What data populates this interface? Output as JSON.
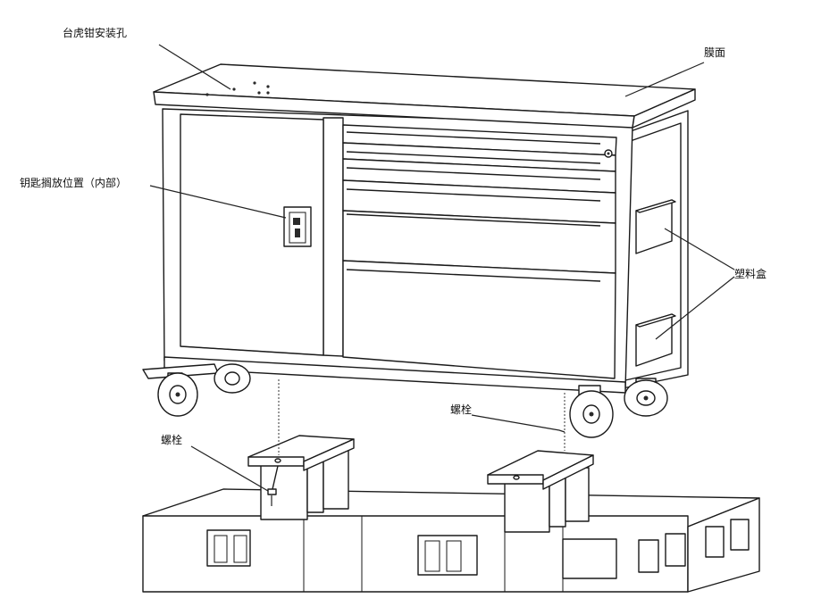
{
  "labels": {
    "vise_holes": "台虎钳安装孔",
    "film_surface": "膜面",
    "key_storage": "钥匙搁放位置（内部）",
    "plastic_box": "塑料盒",
    "bolt_right": "螺栓",
    "bolt_left": "螺栓"
  }
}
